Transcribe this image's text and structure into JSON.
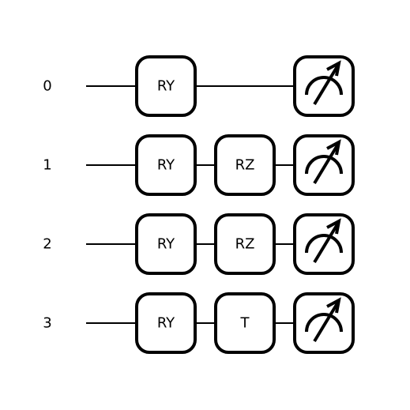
{
  "wires": [
    {
      "label": "0",
      "gates": [
        "RY",
        "",
        "measure"
      ]
    },
    {
      "label": "1",
      "gates": [
        "RY",
        "RZ",
        "measure"
      ]
    },
    {
      "label": "2",
      "gates": [
        "RY",
        "RZ",
        "measure"
      ]
    },
    {
      "label": "3",
      "gates": [
        "RY",
        "T",
        "measure"
      ]
    }
  ],
  "colors": {
    "stroke": "#000000",
    "background": "#ffffff"
  },
  "icons": {
    "measure": "measurement-meter-icon"
  }
}
